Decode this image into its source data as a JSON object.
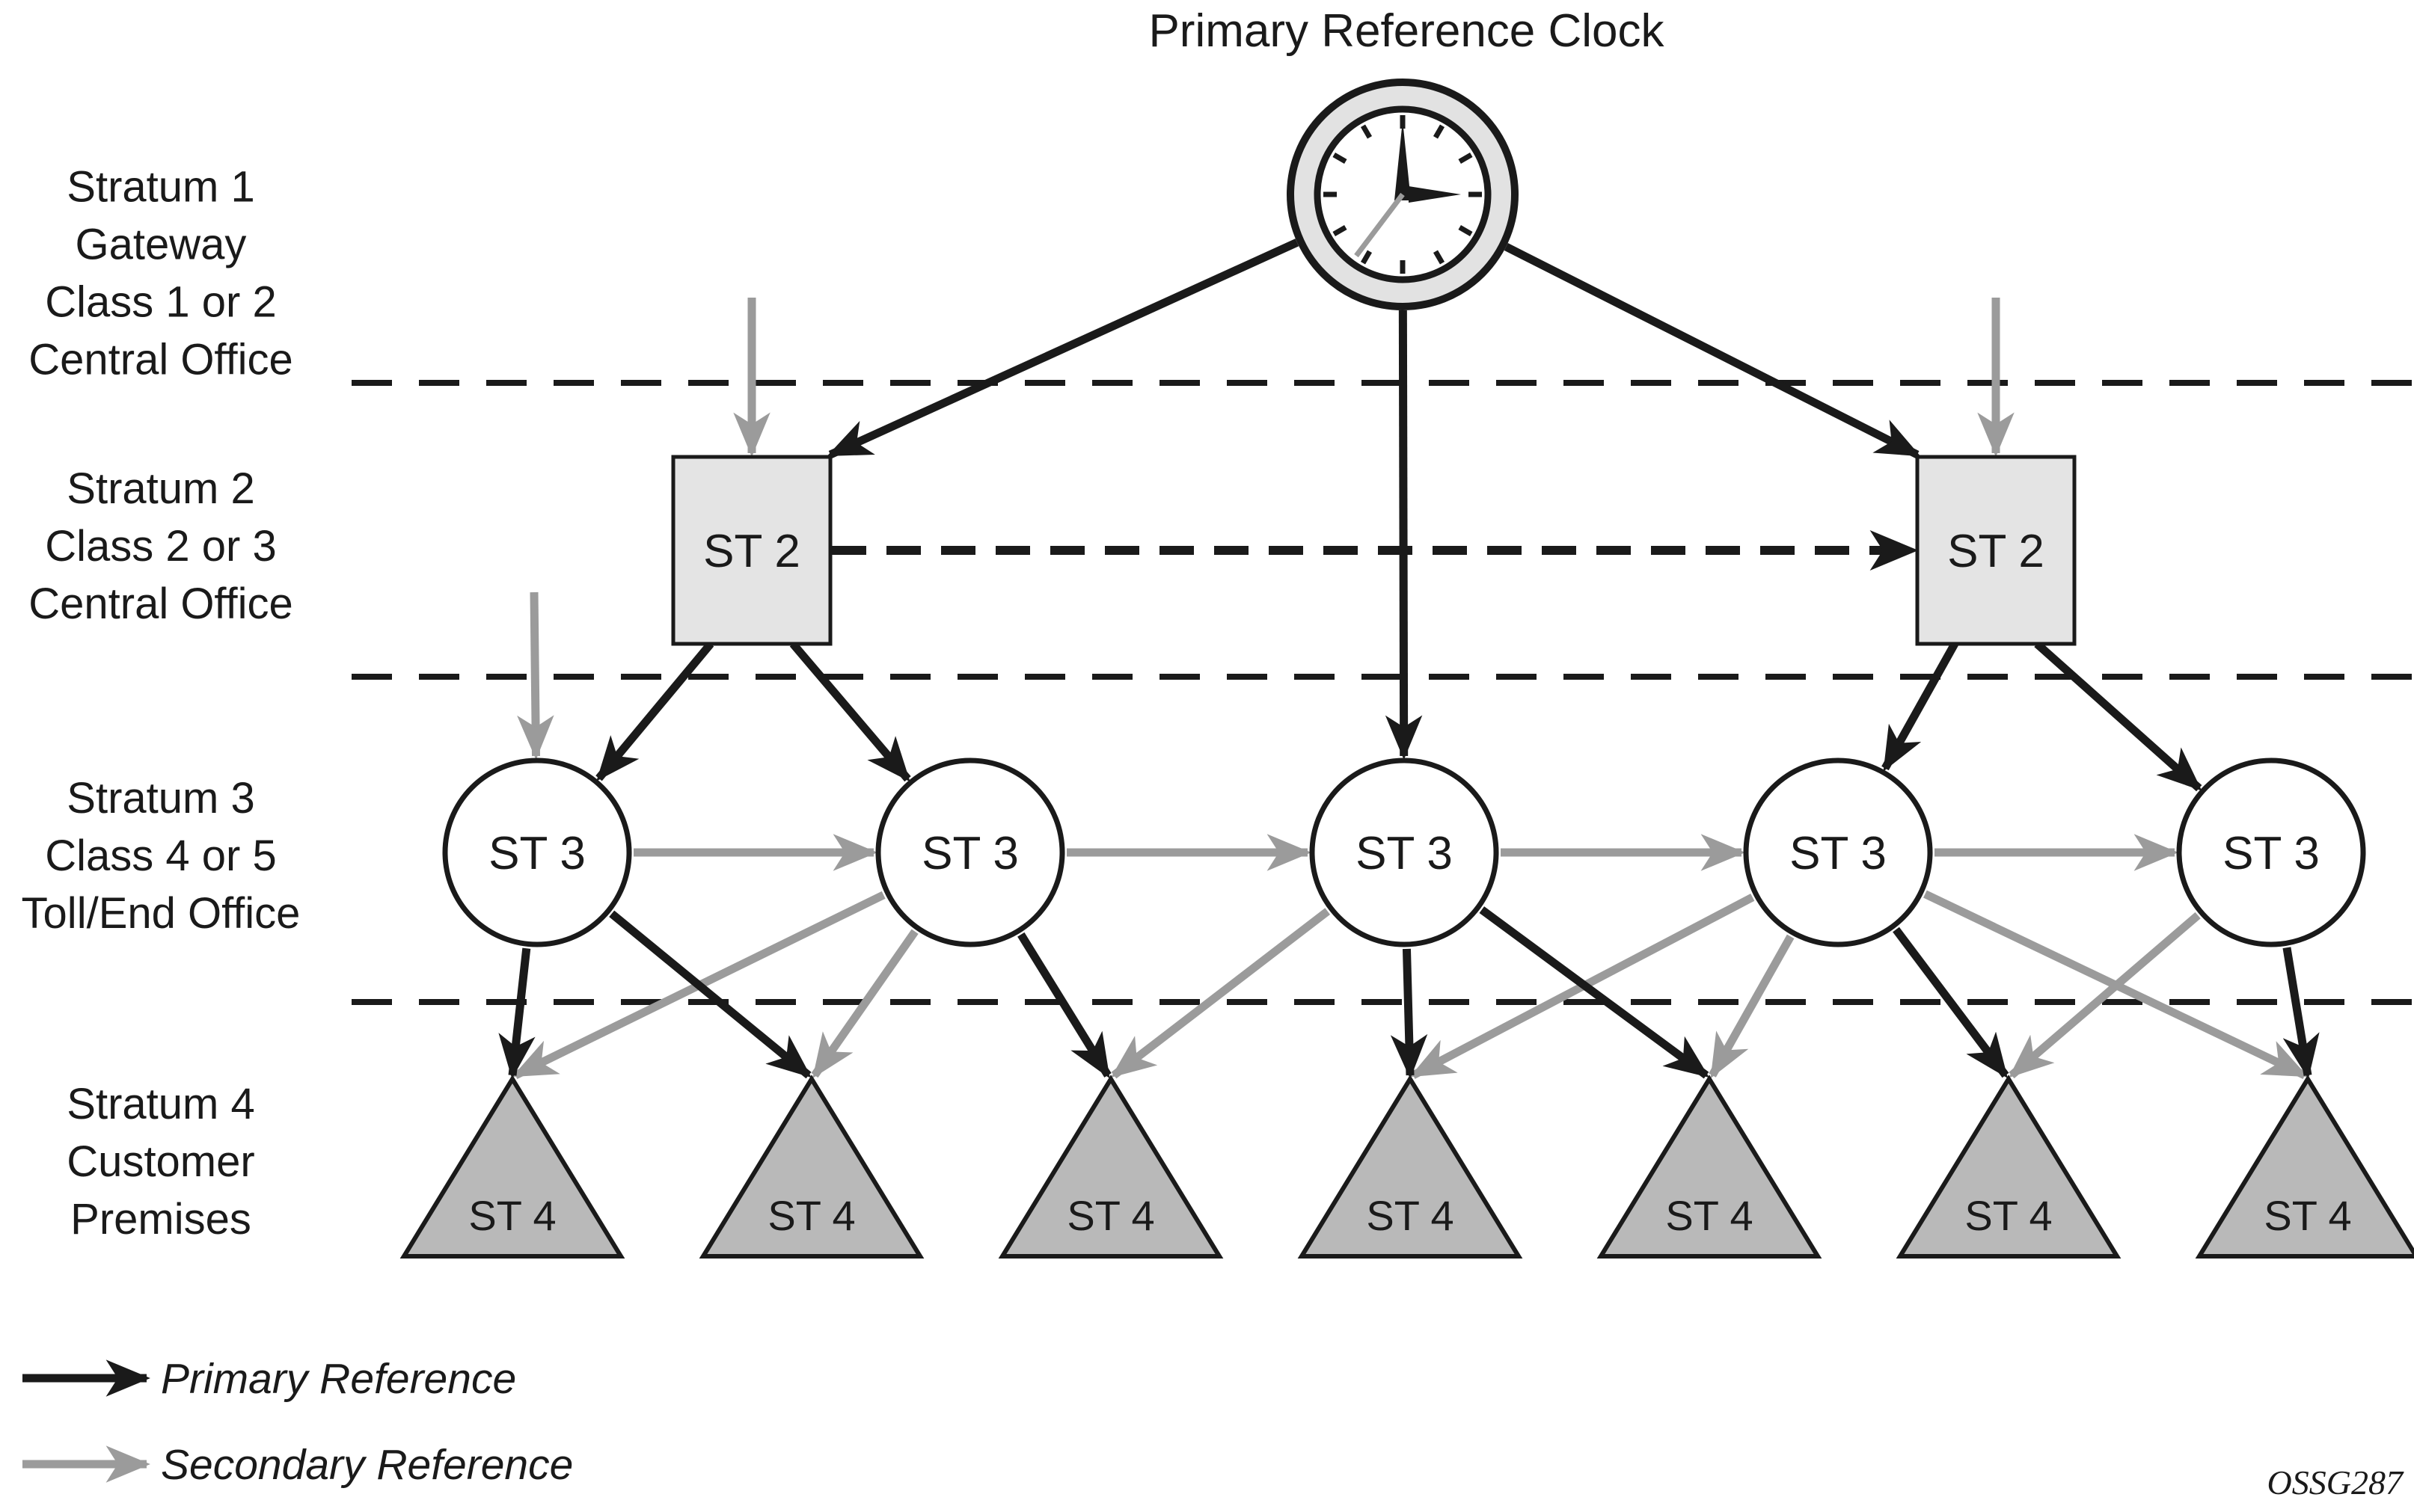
{
  "title": "Primary Reference Clock",
  "figure_id": "OSSG287",
  "colors": {
    "primary": "#1a1a1a",
    "secondary": "#9b9b9b",
    "box_fill": "#e4e4e4",
    "clock_ring_fill": "#e2e2e2",
    "clock_face_fill": "#ffffff",
    "triangle_fill": "#b9b9b9",
    "background": "#ffffff"
  },
  "strata": [
    {
      "lines": [
        "Stratum 1",
        "Gateway",
        "Class 1 or 2",
        "Central Office"
      ]
    },
    {
      "lines": [
        "Stratum 2",
        "Class 2 or 3",
        "Central Office"
      ]
    },
    {
      "lines": [
        "Stratum 3",
        "Class 4 or 5",
        "Toll/End Office"
      ]
    },
    {
      "lines": [
        "Stratum 4",
        "Customer",
        "Premises"
      ]
    }
  ],
  "nodes": {
    "clock": {
      "id": "clock",
      "label": "Primary Reference Clock"
    },
    "boxes": [
      {
        "id": "st2-left",
        "label": "ST 2"
      },
      {
        "id": "st2-right",
        "label": "ST 2"
      }
    ],
    "circles": [
      {
        "id": "st3-1",
        "label": "ST 3"
      },
      {
        "id": "st3-2",
        "label": "ST 3"
      },
      {
        "id": "st3-3",
        "label": "ST 3"
      },
      {
        "id": "st3-4",
        "label": "ST 3"
      },
      {
        "id": "st3-5",
        "label": "ST 3"
      }
    ],
    "triangles": [
      {
        "id": "st4-1",
        "label": "ST 4"
      },
      {
        "id": "st4-2",
        "label": "ST 4"
      },
      {
        "id": "st4-3",
        "label": "ST 4"
      },
      {
        "id": "st4-4",
        "label": "ST 4"
      },
      {
        "id": "st4-5",
        "label": "ST 4"
      },
      {
        "id": "st4-6",
        "label": "ST 4"
      },
      {
        "id": "st4-7",
        "label": "ST 4"
      }
    ]
  },
  "edges": [
    {
      "from": "st3-1",
      "to": "st3-2",
      "type": "secondary"
    },
    {
      "from": "st3-2",
      "to": "st3-3",
      "type": "secondary"
    },
    {
      "from": "st3-3",
      "to": "st3-4",
      "type": "secondary"
    },
    {
      "from": "st3-4",
      "to": "st3-5",
      "type": "secondary"
    },
    {
      "from": "ext-1",
      "to": "st2-left",
      "type": "secondary"
    },
    {
      "from": "ext-2",
      "to": "st2-right",
      "type": "secondary"
    },
    {
      "from": "ext-3",
      "to": "st3-1",
      "type": "secondary"
    },
    {
      "from": "st3-2",
      "to": "st4-1",
      "type": "secondary"
    },
    {
      "from": "st3-2",
      "to": "st4-2",
      "type": "secondary"
    },
    {
      "from": "st3-3",
      "to": "st4-3",
      "type": "secondary"
    },
    {
      "from": "st3-4",
      "to": "st4-4",
      "type": "secondary"
    },
    {
      "from": "st3-4",
      "to": "st4-5",
      "type": "secondary"
    },
    {
      "from": "st3-5",
      "to": "st4-6",
      "type": "secondary"
    },
    {
      "from": "st3-4",
      "to": "st4-7",
      "type": "secondary"
    },
    {
      "from": "clock",
      "to": "st2-left",
      "type": "primary"
    },
    {
      "from": "clock",
      "to": "st2-right",
      "type": "primary"
    },
    {
      "from": "clock",
      "to": "st3-3",
      "type": "primary"
    },
    {
      "from": "st2-left",
      "to": "st3-1",
      "type": "primary"
    },
    {
      "from": "st2-left",
      "to": "st3-2",
      "type": "primary"
    },
    {
      "from": "st2-right",
      "to": "st3-4",
      "type": "primary"
    },
    {
      "from": "st2-right",
      "to": "st3-5",
      "type": "primary"
    },
    {
      "from": "st3-1",
      "to": "st4-1",
      "type": "primary"
    },
    {
      "from": "st3-1",
      "to": "st4-2",
      "type": "primary"
    },
    {
      "from": "st3-2",
      "to": "st4-3",
      "type": "primary"
    },
    {
      "from": "st3-3",
      "to": "st4-4",
      "type": "primary"
    },
    {
      "from": "st3-3",
      "to": "st4-5",
      "type": "primary"
    },
    {
      "from": "st3-4",
      "to": "st4-6",
      "type": "primary"
    },
    {
      "from": "st3-5",
      "to": "st4-7",
      "type": "primary"
    },
    {
      "from": "st2-left",
      "to": "st2-right",
      "type": "primary-dashed"
    }
  ],
  "legend": [
    {
      "type": "primary",
      "label": "Primary Reference"
    },
    {
      "type": "secondary",
      "label": "Secondary Reference"
    }
  ]
}
